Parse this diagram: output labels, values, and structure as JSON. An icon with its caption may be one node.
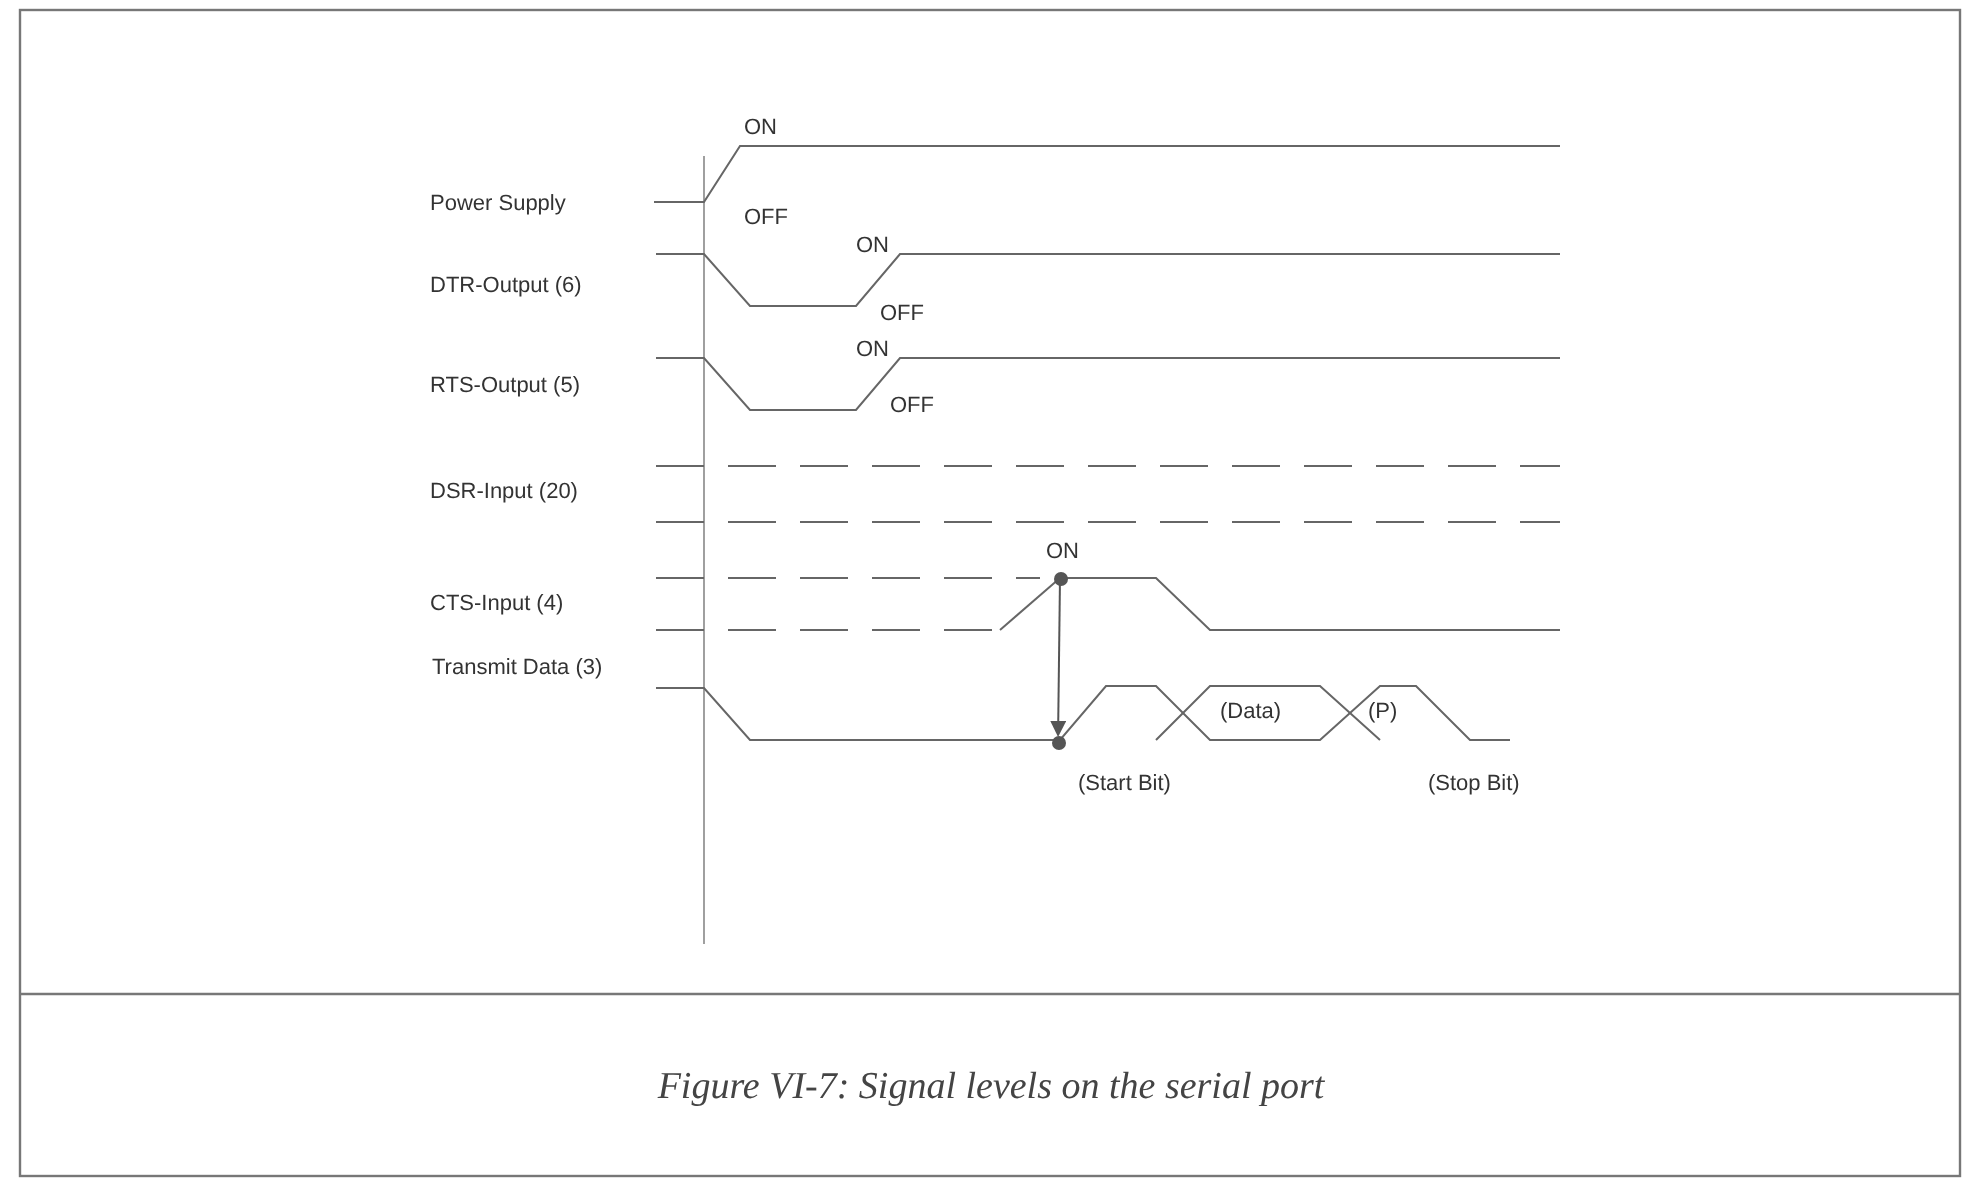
{
  "diagram": {
    "caption": "Figure VI-7: Signal levels on the serial port",
    "nodes": [
      {
        "text": [],
        "shape": "circle"
      },
      {
        "text": [],
        "shape": "circle"
      }
    ],
    "edges": [
      {
        "from": 0,
        "to": 1,
        "arrow": "to"
      }
    ],
    "labels": [
      "ON",
      "Power Supply",
      "OFF",
      "ON",
      "DTR-Output (6)",
      "OFF",
      "ON",
      "RTS-Output (5)",
      "OFF",
      "DSR-Input (20)",
      "ON",
      "CTS-Input (4)",
      "Transmit Data (3)",
      "(Data)",
      "(P)",
      "(Start Bit)",
      "(Stop Bit)"
    ]
  }
}
